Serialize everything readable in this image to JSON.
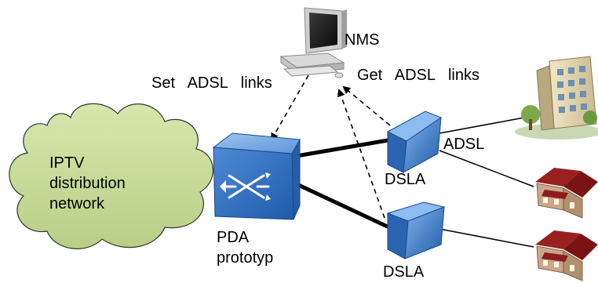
{
  "labels": {
    "nms": "NMS",
    "set_links": "Set   ADSL   links",
    "get_links": "Get   ADSL   links",
    "adsl": "ADSL",
    "dsla_top": "DSLA",
    "dsla_bottom": "DSLA",
    "cloud_line1": "IPTV",
    "cloud_line2": "distribution",
    "cloud_line3": "network",
    "pda_line1": "PDA",
    "pda_line2": "prototyp"
  },
  "icons": {
    "nms": "computer-icon",
    "switch": "switch-icon",
    "dslam": "dslam-icon",
    "apartment": "apartment-building-icon",
    "house": "house-icon",
    "cloud": "cloud-icon"
  },
  "colors": {
    "cloud_fill": "#c8dc9c",
    "switch_blue": "#2f6fc0",
    "dslam_blue": "#2a6ec4",
    "roof_red": "#8e1c1c",
    "line": "#000000"
  }
}
